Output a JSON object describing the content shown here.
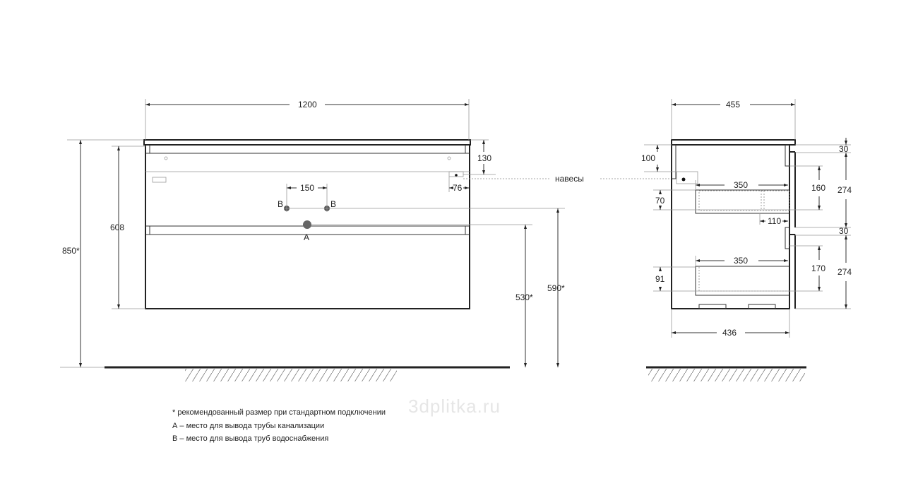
{
  "front_view": {
    "width": "1200",
    "height_total": "850*",
    "body_height": "608",
    "top_offset": "130",
    "hinge_offset": "76",
    "b_spacing": "150",
    "b_label": "B",
    "a_label": "A",
    "a_height": "530*",
    "b_height": "590*"
  },
  "hinges_label": "навесы",
  "side_view": {
    "depth_top": "455",
    "depth_body": "436",
    "top_rail": "100",
    "drawer1_depth": "350",
    "drawer2_depth": "350",
    "drawer1_height": "70",
    "drawer2_height": "91",
    "drawer1_inner": "160",
    "drawer2_inner": "170",
    "gap_offset": "110",
    "handle1": "30",
    "handle2": "30",
    "front1": "274",
    "front2": "274"
  },
  "notes": [
    "* рекомендованный размер при стандартном подключении",
    "А – место для вывода трубы канализации",
    "В – место для вывода труб водоснабжения"
  ],
  "watermark": "3dplitka.ru"
}
